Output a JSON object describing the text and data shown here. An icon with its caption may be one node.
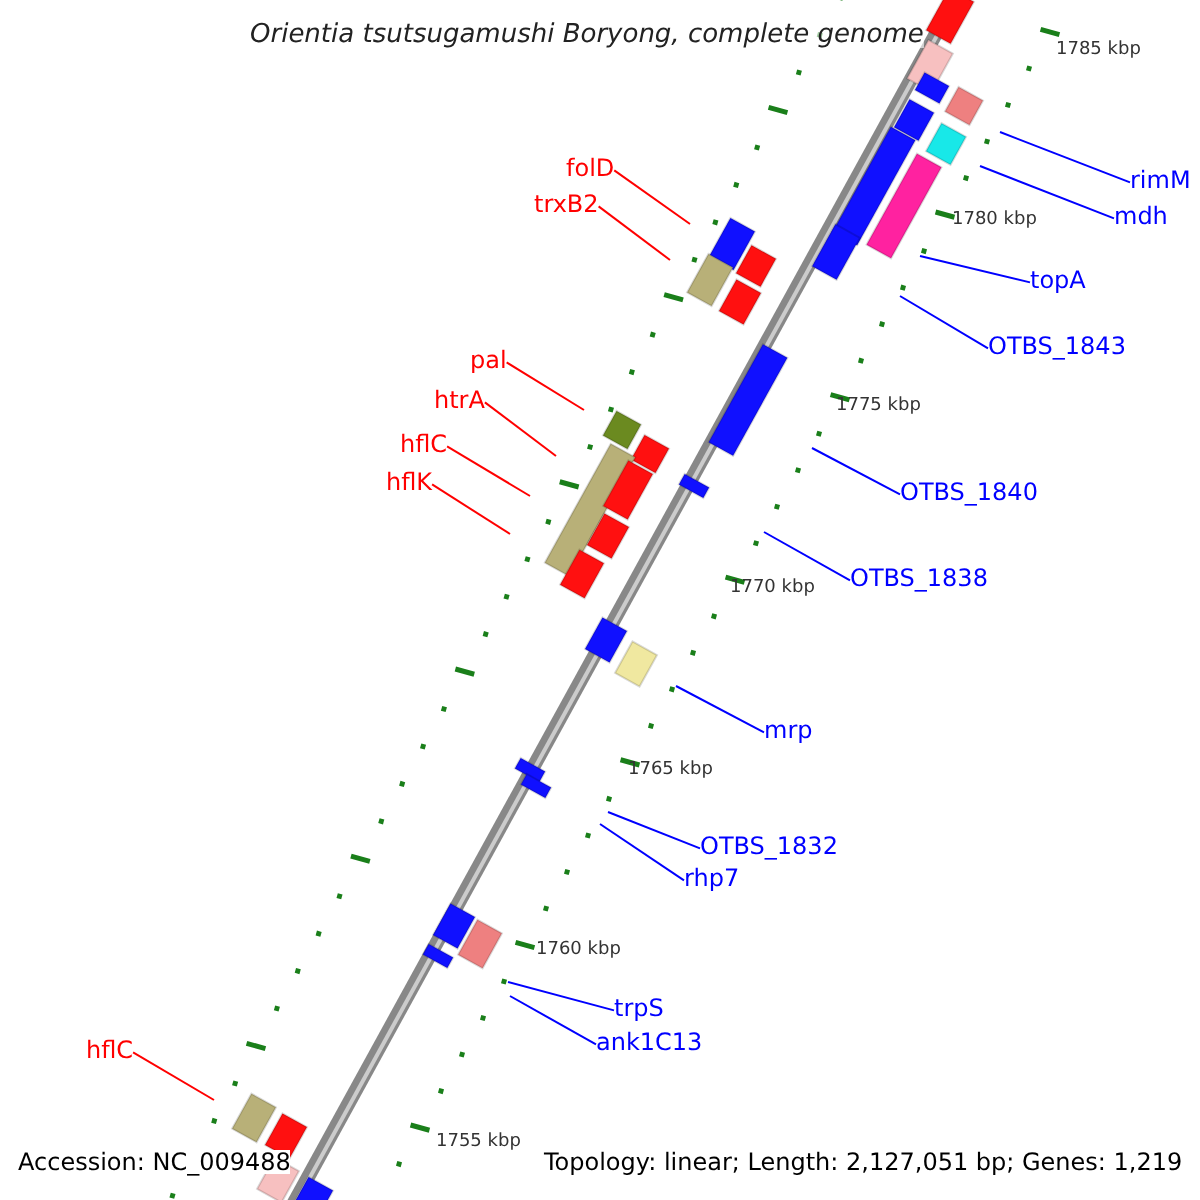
{
  "diagram": {
    "title": "Orientia tsutsugamushi Boryong, complete genome",
    "nodes": [
      {
        "text": [
          "folD"
        ]
      },
      {
        "text": [
          "trxB2"
        ]
      },
      {
        "text": [
          "pal"
        ]
      },
      {
        "text": [
          "htrA"
        ]
      },
      {
        "text": [
          "hflC"
        ]
      },
      {
        "text": [
          "hflK"
        ]
      },
      {
        "text": [
          "hflC"
        ]
      },
      {
        "text": [
          "rimM"
        ]
      },
      {
        "text": [
          "mdh"
        ]
      },
      {
        "text": [
          "topA"
        ]
      },
      {
        "text": [
          "OTBS_1843"
        ]
      },
      {
        "text": [
          "OTBS_1840"
        ]
      },
      {
        "text": [
          "OTBS_1838"
        ]
      },
      {
        "text": [
          "mrp"
        ]
      },
      {
        "text": [
          "OTBS_1832"
        ]
      },
      {
        "text": [
          "rhp7"
        ]
      },
      {
        "text": [
          "trpS"
        ]
      },
      {
        "text": [
          "ank1C13"
        ]
      }
    ],
    "edges": [
      {
        "from": 0,
        "to": null,
        "arrow": "none",
        "color": "#ff0000"
      },
      {
        "from": 1,
        "to": null,
        "arrow": "none",
        "color": "#ff0000"
      },
      {
        "from": 2,
        "to": null,
        "arrow": "none",
        "color": "#ff0000"
      },
      {
        "from": 3,
        "to": null,
        "arrow": "none",
        "color": "#ff0000"
      },
      {
        "from": 4,
        "to": null,
        "arrow": "none",
        "color": "#ff0000"
      },
      {
        "from": 5,
        "to": null,
        "arrow": "none",
        "color": "#ff0000"
      },
      {
        "from": 6,
        "to": null,
        "arrow": "none",
        "color": "#ff0000"
      },
      {
        "from": 7,
        "to": null,
        "arrow": "none"
      },
      {
        "from": 8,
        "to": null,
        "arrow": "none"
      },
      {
        "from": 9,
        "to": null,
        "arrow": "none"
      },
      {
        "from": 10,
        "to": null,
        "arrow": "none"
      },
      {
        "from": 11,
        "to": null,
        "arrow": "none"
      },
      {
        "from": 12,
        "to": null,
        "arrow": "none"
      },
      {
        "from": 13,
        "to": null,
        "arrow": "none"
      },
      {
        "from": 14,
        "to": null,
        "arrow": "none"
      },
      {
        "from": 15,
        "to": null,
        "arrow": "none"
      },
      {
        "from": 16,
        "to": null,
        "arrow": "none"
      },
      {
        "from": 17,
        "to": null,
        "arrow": "none"
      }
    ],
    "labels": [
      "1785 kbp",
      "1780 kbp",
      "1775 kbp",
      "1770 kbp",
      "1765 kbp",
      "1760 kbp",
      "1755 kbp",
      "Accession: NC_009488",
      "Topology: linear; Length: 2,127,051 bp; Genes: 1,219"
    ]
  }
}
